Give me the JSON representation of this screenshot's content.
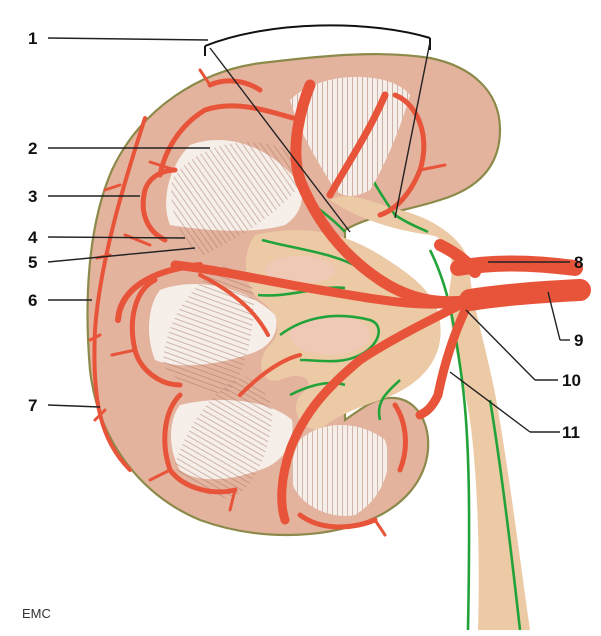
{
  "labels": [
    {
      "id": "1",
      "text": "1"
    },
    {
      "id": "2",
      "text": "2"
    },
    {
      "id": "3",
      "text": "3"
    },
    {
      "id": "4",
      "text": "4"
    },
    {
      "id": "5",
      "text": "5"
    },
    {
      "id": "6",
      "text": "6"
    },
    {
      "id": "7",
      "text": "7"
    },
    {
      "id": "8",
      "text": "8"
    },
    {
      "id": "9",
      "text": "9"
    },
    {
      "id": "10",
      "text": "10"
    },
    {
      "id": "11",
      "text": "11"
    }
  ],
  "credit": "EMC",
  "colors": {
    "cortex": "#e4b39e",
    "medulla_pale": "#f0d4c0",
    "pelvis": "#eccaa6",
    "artery": "#e8543a",
    "pyramid": "#f6eee8",
    "pyramid_striation": "#a07060",
    "pelvis_outline": "#22a33a",
    "capsule_outline": "#8c8a4a"
  }
}
